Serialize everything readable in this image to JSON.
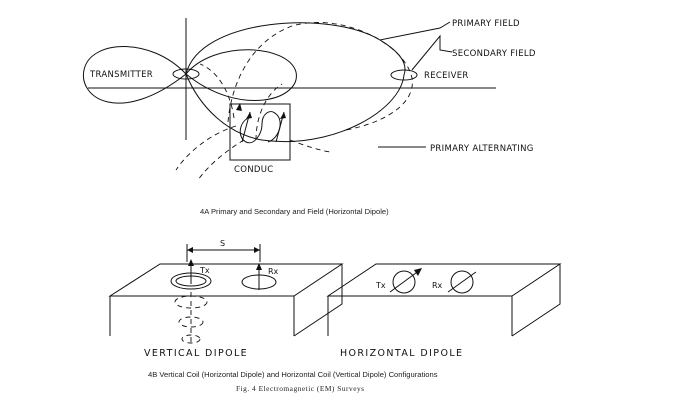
{
  "diagram_a": {
    "transmitter_label": "TRANSMITTER",
    "receiver_label": "RECEIVER",
    "primary_field_label": "PRIMARY FIELD",
    "secondary_field_label": "SECONDARY FIELD",
    "primary_alternating_label": "PRIMARY ALTERNATING",
    "conductor_label": "CONDUC",
    "caption": "4A Primary and Secondary and Field (Horizontal Dipole)"
  },
  "diagram_b": {
    "spacing_label": "S",
    "tx_label": "Tx",
    "rx_label": "Rx",
    "vertical_dipole_label": "VERTICAL  DIPOLE",
    "horizontal_dipole_label": "HORIZONTAL  DIPOLE",
    "caption": "4B Vertical Coil (Horizontal Dipole) and Horizontal Coil (Vertical Dipole) Configurations"
  },
  "figure_title": "Fig. 4 Electromagnetic (EM) Surveys"
}
